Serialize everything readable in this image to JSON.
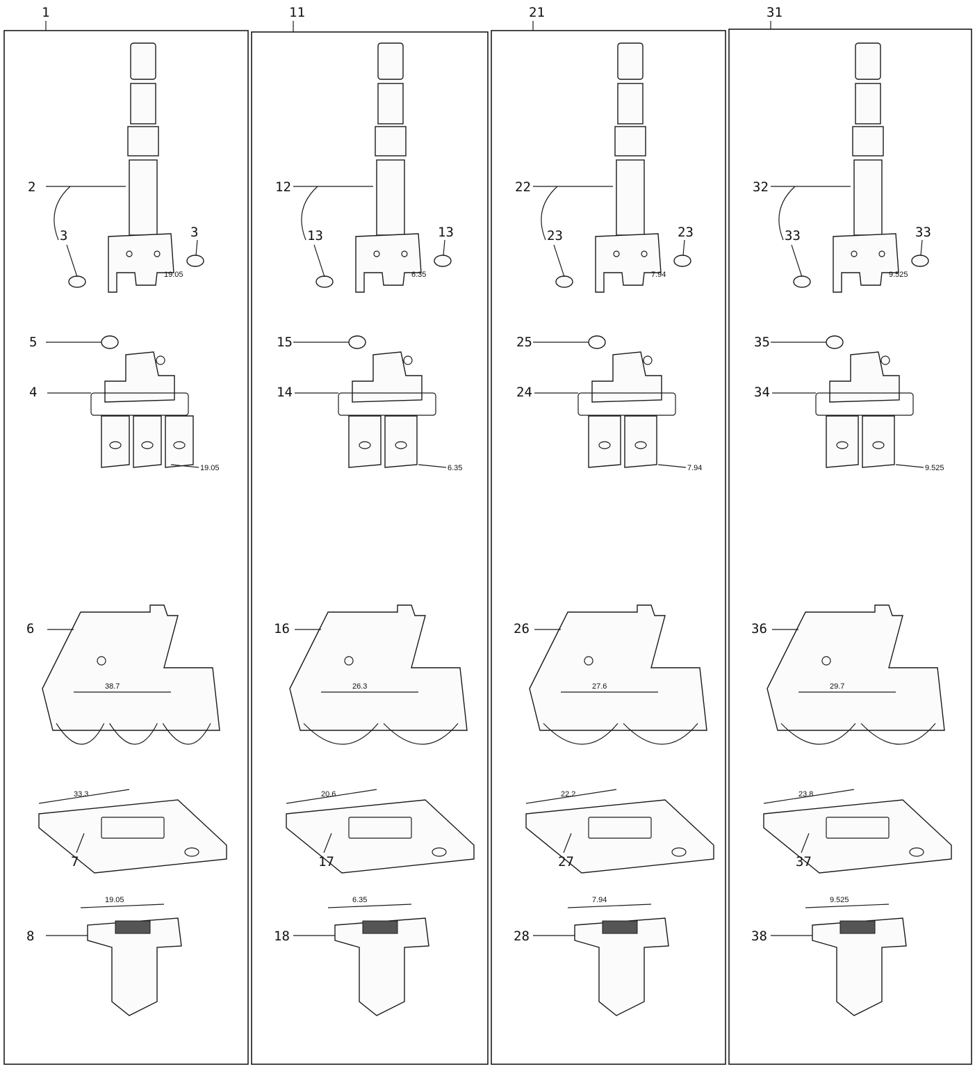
{
  "columns": [
    {
      "kit_number": "1",
      "bar_label": "2",
      "screw_label_left": "3",
      "screw_label_right": "3",
      "bar_dim": "19.05",
      "screw_label": "5",
      "foot_label": "4",
      "foot_dim": "19.05",
      "guard_label": "6",
      "guard_dim": "38.7",
      "plate_label": "7",
      "plate_dim": "33.3",
      "dog_label": "8",
      "dog_dim": "19.05"
    },
    {
      "kit_number": "11",
      "bar_label": "12",
      "screw_label_left": "13",
      "screw_label_right": "13",
      "bar_dim": "6.35",
      "screw_label": "15",
      "foot_label": "14",
      "foot_dim": "6.35",
      "guard_label": "16",
      "guard_dim": "26.3",
      "plate_label": "17",
      "plate_dim": "20.6",
      "dog_label": "18",
      "dog_dim": "6.35"
    },
    {
      "kit_number": "21",
      "bar_label": "22",
      "screw_label_left": "23",
      "screw_label_right": "23",
      "bar_dim": "7.94",
      "screw_label": "25",
      "foot_label": "24",
      "foot_dim": "7.94",
      "guard_label": "26",
      "guard_dim": "27.6",
      "plate_label": "27",
      "plate_dim": "22.2",
      "dog_label": "28",
      "dog_dim": "7.94"
    },
    {
      "kit_number": "31",
      "bar_label": "32",
      "screw_label_left": "33",
      "screw_label_right": "33",
      "bar_dim": "9.525",
      "screw_label": "35",
      "foot_label": "34",
      "foot_dim": "9.525",
      "guard_label": "36",
      "guard_dim": "29.7",
      "plate_label": "37",
      "plate_dim": "23.8",
      "dog_label": "38",
      "dog_dim": "9.525"
    }
  ]
}
